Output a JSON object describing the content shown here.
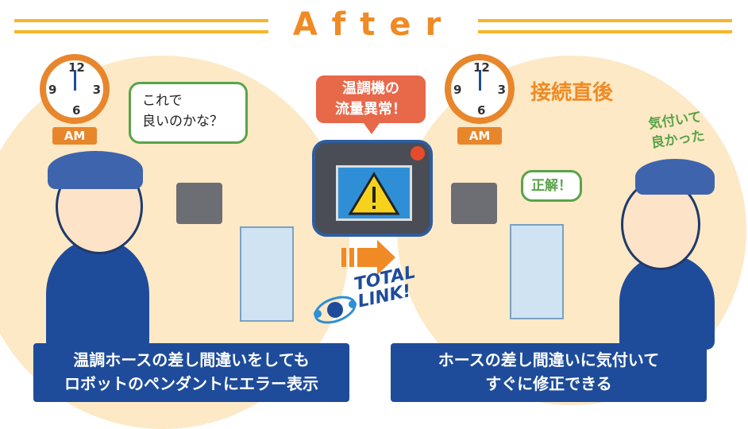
{
  "header": {
    "title": "After"
  },
  "left": {
    "clock": {
      "numbers": [
        "12",
        "3",
        "6",
        "9"
      ],
      "period": "AM"
    },
    "thought": "これで\n良いのかな？",
    "caption_line1": "温調ホースの差し間違いをしても",
    "caption_line2": "ロボットのペンダントにエラー表示"
  },
  "center": {
    "alert_line1": "温調機の",
    "alert_line2": "流量異常！",
    "logo_line1": "TOTAL",
    "logo_line2": "LINK!"
  },
  "right": {
    "clock": {
      "numbers": [
        "12",
        "3",
        "6",
        "9"
      ],
      "period": "AM"
    },
    "timing_label": "接続直後",
    "speech": "正解！",
    "relief": "気付いて\n良かった",
    "caption_line1": "ホースの差し間違いに気付いて",
    "caption_line2": "すぐに修正できる"
  },
  "colors": {
    "orange": "#f08a24",
    "blue": "#1e4c9a",
    "beige": "#fde9c6",
    "alert": "#e8684a",
    "green": "#5aa34a"
  }
}
